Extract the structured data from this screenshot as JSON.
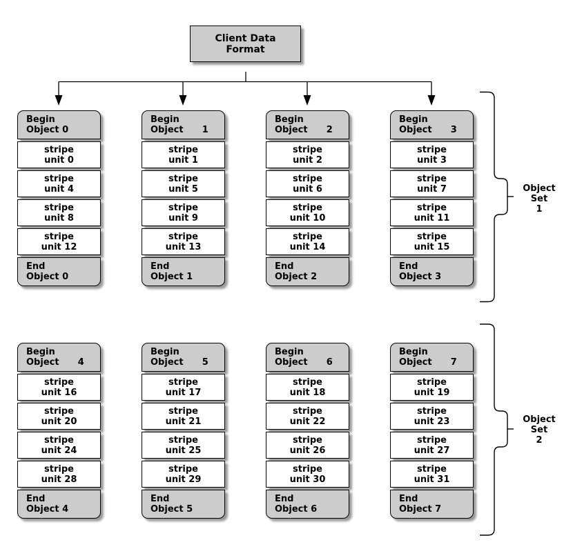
{
  "title": [
    "Client Data",
    "Format"
  ],
  "colors": {
    "header_fill": "#cccccc",
    "unit_fill": "#ffffff",
    "line": "#000000",
    "shadow": "#9a9a9a"
  },
  "sets": [
    {
      "label": [
        "Object",
        "Set",
        "1"
      ],
      "cols": [
        {
          "begin": [
            "Begin",
            "Object 0"
          ],
          "units": [
            [
              "stripe",
              "unit 0"
            ],
            [
              "stripe",
              "unit 4"
            ],
            [
              "stripe",
              "unit 8"
            ],
            [
              "stripe",
              "unit 12"
            ]
          ],
          "end": [
            "End",
            "Object 0"
          ]
        },
        {
          "begin": [
            "Begin",
            "Object      1"
          ],
          "units": [
            [
              "stripe",
              "unit 1"
            ],
            [
              "stripe",
              "unit 5"
            ],
            [
              "stripe",
              "unit 9"
            ],
            [
              "stripe",
              "unit 13"
            ]
          ],
          "end": [
            "End",
            "Object 1"
          ]
        },
        {
          "begin": [
            "Begin",
            "Object      2"
          ],
          "units": [
            [
              "stripe",
              "unit 2"
            ],
            [
              "stripe",
              "unit 6"
            ],
            [
              "stripe",
              "unit 10"
            ],
            [
              "stripe",
              "unit 14"
            ]
          ],
          "end": [
            "End",
            "Object 2"
          ]
        },
        {
          "begin": [
            "Begin",
            "Object      3"
          ],
          "units": [
            [
              "stripe",
              "unit 3"
            ],
            [
              "stripe",
              "unit 7"
            ],
            [
              "stripe",
              "unit 11"
            ],
            [
              "stripe",
              "unit 15"
            ]
          ],
          "end": [
            "End",
            "Object 3"
          ]
        }
      ]
    },
    {
      "label": [
        "Object",
        "Set",
        "2"
      ],
      "cols": [
        {
          "begin": [
            "Begin",
            "Object      4"
          ],
          "units": [
            [
              "stripe",
              "unit 16"
            ],
            [
              "stripe",
              "unit 20"
            ],
            [
              "stripe",
              "unit 24"
            ],
            [
              "stripe",
              "unit 28"
            ]
          ],
          "end": [
            "End",
            "Object 4"
          ]
        },
        {
          "begin": [
            "Begin",
            "Object      5"
          ],
          "units": [
            [
              "stripe",
              "unit 17"
            ],
            [
              "stripe",
              "unit 21"
            ],
            [
              "stripe",
              "unit 25"
            ],
            [
              "stripe",
              "unit 29"
            ]
          ],
          "end": [
            "End",
            "Object 5"
          ]
        },
        {
          "begin": [
            "Begin",
            "Object      6"
          ],
          "units": [
            [
              "stripe",
              "unit 18"
            ],
            [
              "stripe",
              "unit 22"
            ],
            [
              "stripe",
              "unit 26"
            ],
            [
              "stripe",
              "unit 30"
            ]
          ],
          "end": [
            "End",
            "Object 6"
          ]
        },
        {
          "begin": [
            "Begin",
            "Object      7"
          ],
          "units": [
            [
              "stripe",
              "unit 19"
            ],
            [
              "stripe",
              "unit 23"
            ],
            [
              "stripe",
              "unit 27"
            ],
            [
              "stripe",
              "unit 31"
            ]
          ],
          "end": [
            "End",
            "Object 7"
          ]
        }
      ]
    }
  ]
}
